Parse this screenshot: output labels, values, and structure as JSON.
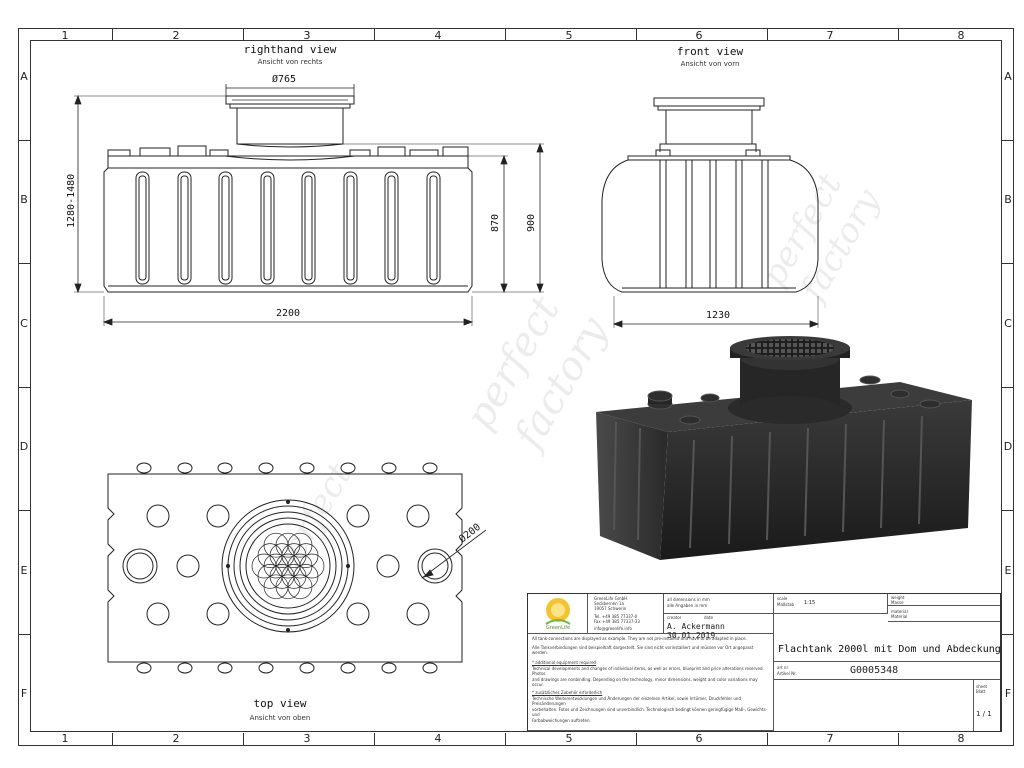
{
  "columns": [
    "1",
    "2",
    "3",
    "4",
    "5",
    "6",
    "7",
    "8"
  ],
  "rows": [
    "A",
    "B",
    "C",
    "D",
    "E",
    "F"
  ],
  "views": {
    "right": {
      "title": "righthand view",
      "subtitle": "Ansicht von rechts"
    },
    "front": {
      "title": "front view",
      "subtitle": "Ansicht von vorn"
    },
    "top": {
      "title": "top view",
      "subtitle": "Ansicht von oben"
    }
  },
  "dimensions": {
    "dome_diameter": "Ø765",
    "height_range": "1280-1480",
    "tank_height": "870",
    "total_height": "900",
    "length": "2200",
    "width": "1230",
    "port_diameter": "Ø200"
  },
  "watermark": {
    "line1": "perfect",
    "line2": "factory"
  },
  "title_block": {
    "company": "GreenLife GmbH",
    "street": "Seckbernen 1a",
    "city": "19057 Schwerin",
    "phone": "Tel. +49 385 77337-0",
    "fax": "Fax +49 385 77337-33",
    "email": "info@greenlife.info",
    "logo_text": "GreenLife",
    "dims_note_en": "all dimensions in mm",
    "dims_note_de": "alle Angaben in mm",
    "creator_label": "creator",
    "date_label": "date",
    "creator_value": "A. Ackermann 30.01.2019",
    "scale_label": "scale",
    "scale_label_de": "Maßstab",
    "scale_value": "1:15",
    "weight_label": "weight",
    "weight_label_de": "Masse",
    "material_label": "material",
    "material_label_de": "Material",
    "notes": [
      "All tank-connections are displayed as example. They are not pre-installed and have to be adapted in place.",
      "Alle Tankverbindungen sind beispielhaft dargestellt. Sie sind nicht vorinstalliert und müssen vor Ort angepasst werden.",
      "* additional equipment required",
      "Technical developments and changes of individual items, as well as errors, blueprint and price alterations reserved. Photos",
      "and drawings are nonbinding. Depending on the technology, minor dimensions, weight and color variations may occur.",
      "* zusätzliches Zubehör erforderlich",
      "Technische Weiterentwicklungen und Änderungen der einzelnen Artikel, sowie Irrtümer, Druckfehler und Preisänderungen",
      "vorbehalten. Fotos und Zeichnungen sind unverbindlich. Technologisch bedingt können geringfügige Maß-, Gewichts- und",
      "Farbabweichungen auftreten."
    ],
    "title": "Flachtank 2000l mit Dom und Abdeckung",
    "art_label": "art nr.",
    "art_label_de": "Artikel Nr.",
    "art_value": "G0005348",
    "sheet_label": "sheet",
    "sheet_label_de": "Blatt",
    "sheet_value": "1 / 1"
  },
  "colors": {
    "line": "#222222",
    "tank": "#2b2b2b",
    "logo": "#f4c430",
    "logo_green": "#7cb342"
  }
}
